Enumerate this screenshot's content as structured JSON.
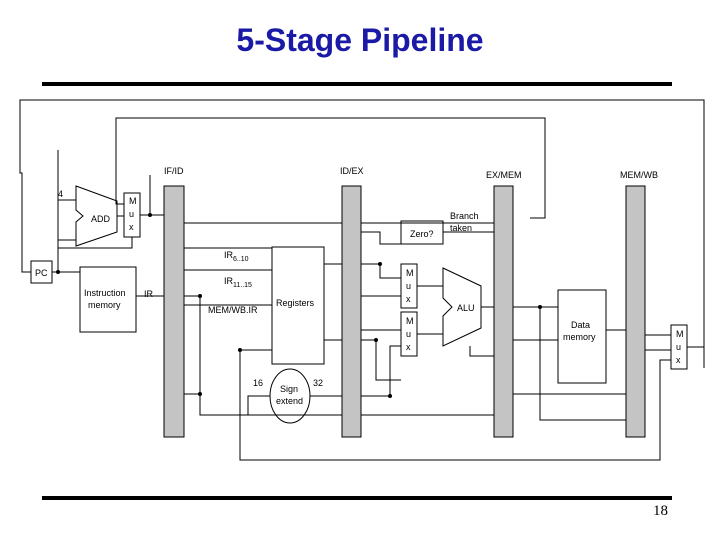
{
  "slide": {
    "title": "5-Stage Pipeline",
    "page_number": "18"
  },
  "diagram": {
    "registers": [
      "IF/ID",
      "ID/EX",
      "EX/MEM",
      "MEM/WB"
    ],
    "adder_label": "ADD",
    "adder_input": "4",
    "pc_label": "PC",
    "instruction_memory": [
      "Instruction",
      "memory"
    ],
    "ir_label": "IR",
    "reg_field_a": "IR",
    "reg_field_a_sub": "6..10",
    "reg_field_b": "IR",
    "reg_field_b_sub": "11..15",
    "mem_wb_ir": "MEM/WB.IR",
    "registers_label": "Registers",
    "sign_extend": [
      "Sign",
      "extend"
    ],
    "width_in": "16",
    "width_out": "32",
    "zero_label": "Zero?",
    "branch_taken": [
      "Branch",
      "taken"
    ],
    "alu_label": "ALU",
    "data_memory": [
      "Data",
      "memory"
    ],
    "mux_letters": [
      "M",
      "u",
      "x"
    ],
    "colors": {
      "pipeline_register": "#c4c4c4",
      "title": "#1a1aa6"
    }
  }
}
